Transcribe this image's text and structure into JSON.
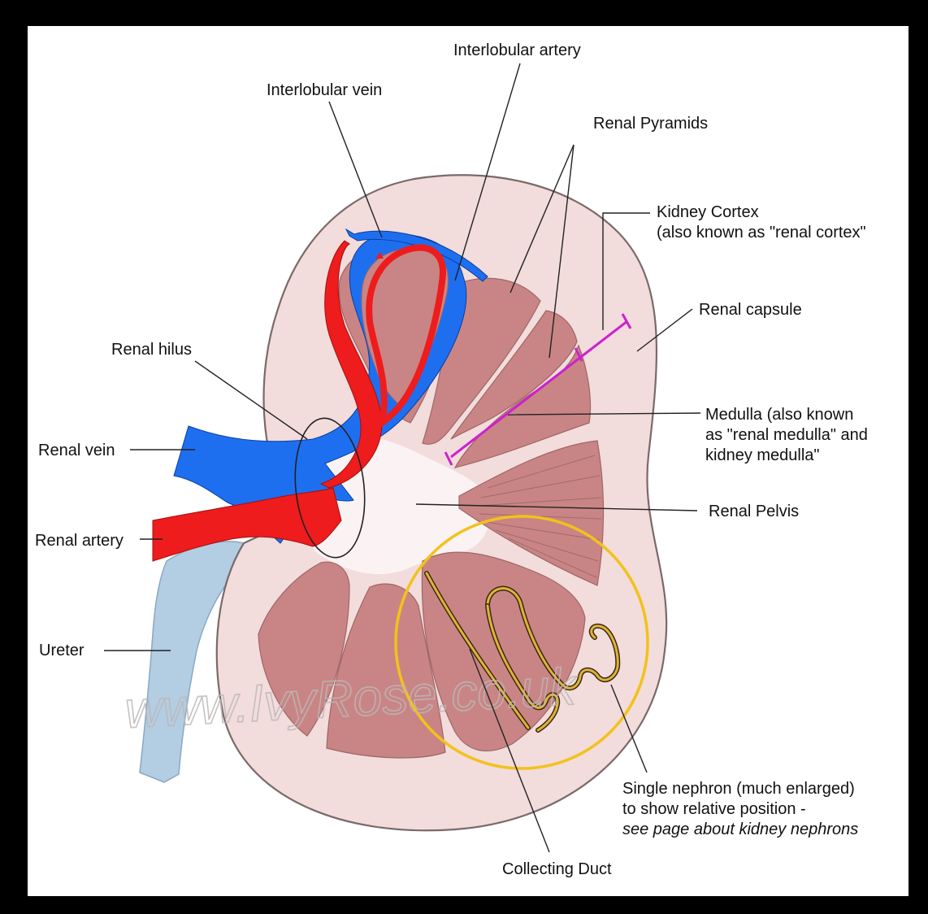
{
  "labels": {
    "interlobular_artery": "Interlobular artery",
    "interlobular_vein": "Interlobular vein",
    "renal_pyramids": "Renal Pyramids",
    "kidney_cortex_line1": "Kidney Cortex",
    "kidney_cortex_line2": "(also known as \"renal cortex\"",
    "renal_capsule": "Renal capsule",
    "renal_hilus": "Renal hilus",
    "renal_vein": "Renal vein",
    "medulla_line1": "Medulla (also known",
    "medulla_line2": "as \"renal medulla\" and",
    "medulla_line3": "kidney medulla\"",
    "renal_artery": "Renal artery",
    "renal_pelvis": "Renal Pelvis",
    "ureter": "Ureter",
    "nephron_line1": "Single nephron (much enlarged)",
    "nephron_line2": "to show relative position -",
    "nephron_line3": "see page about kidney nephrons",
    "collecting_duct": "Collecting Duct"
  },
  "watermark": "www.IvyRose.co.uk",
  "colors": {
    "cortex": "#f2dcdc",
    "pyramid": "#c98585",
    "vein": "#1e6ff0",
    "artery": "#ee1c1c",
    "ureter": "#b3cde3",
    "medulla_marker": "#cc22cc",
    "nephron_circle": "#f2c21b",
    "nephron": "#e0b23c"
  }
}
